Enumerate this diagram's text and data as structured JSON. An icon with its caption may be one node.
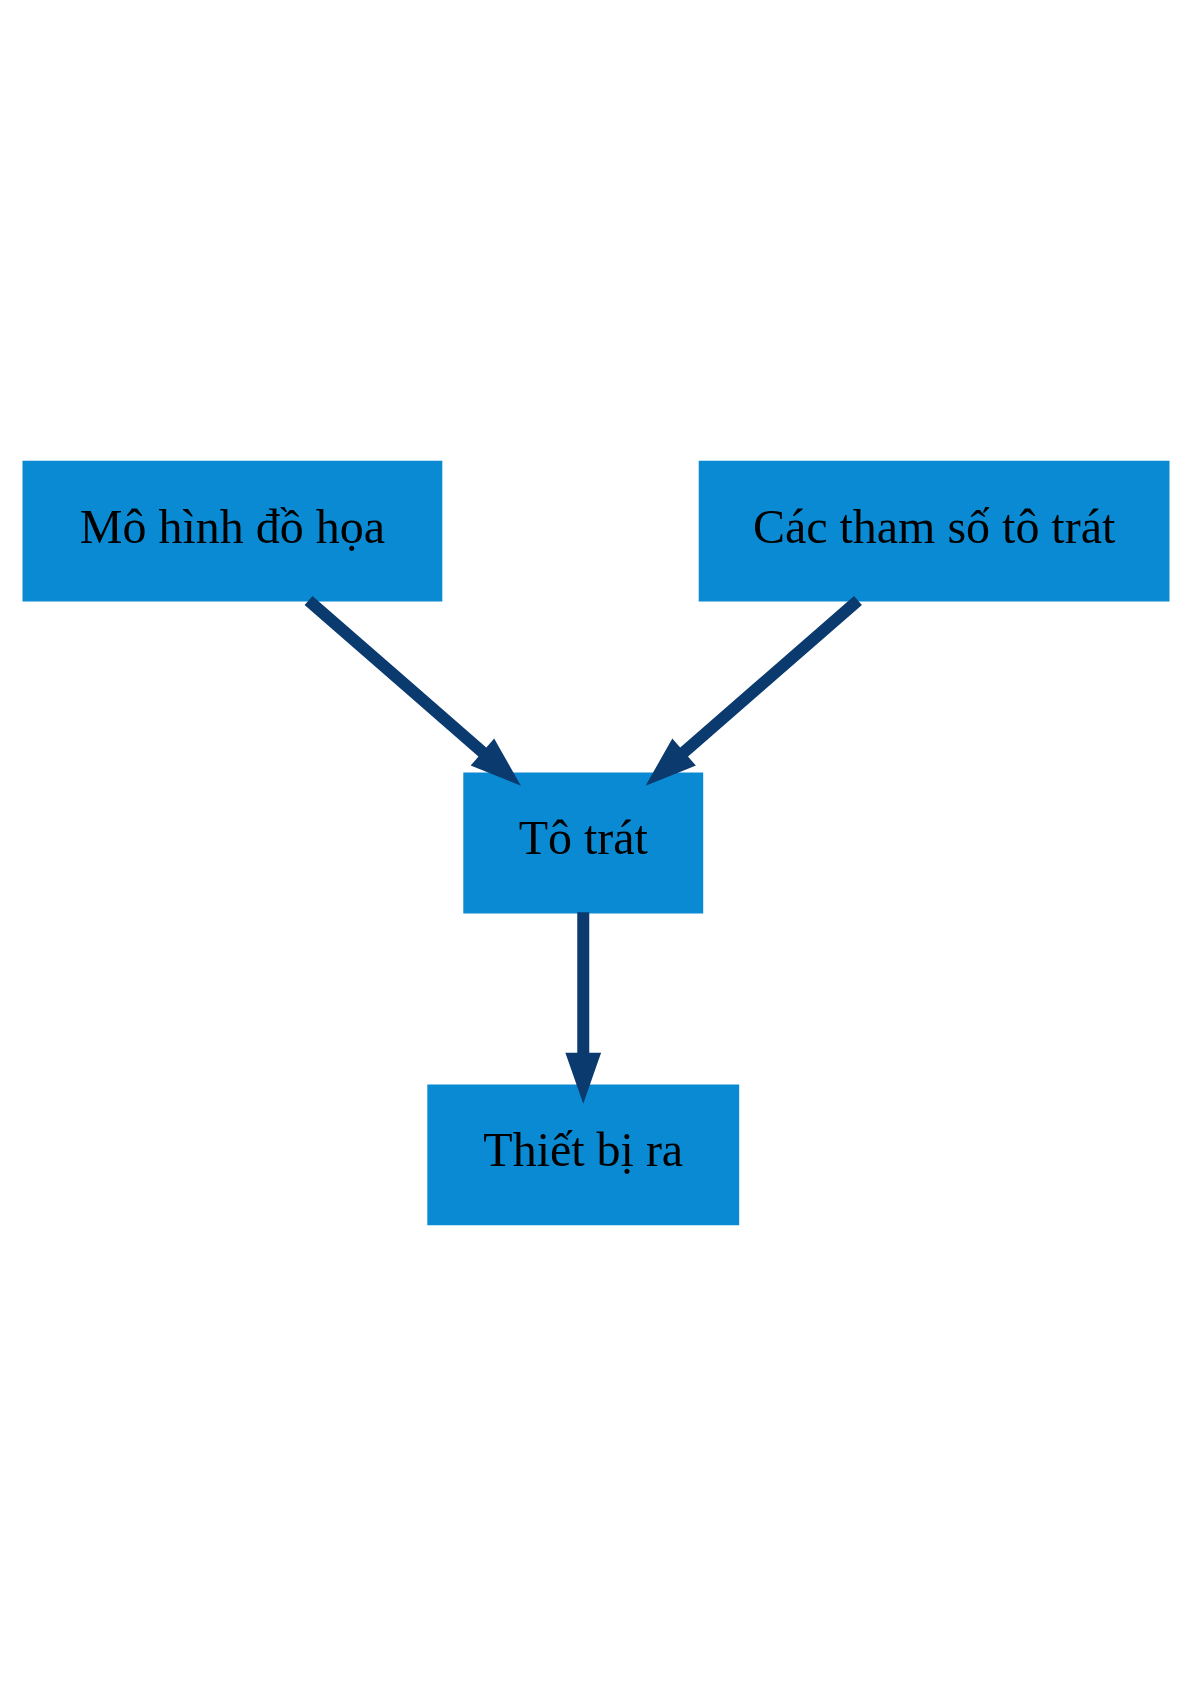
{
  "diagram": {
    "nodes": [
      {
        "text": [
          "Mô hình đồ họa"
        ]
      },
      {
        "text": [
          "Các tham số tô trát"
        ]
      },
      {
        "text": [
          "Tô trát"
        ]
      },
      {
        "text": [
          "Thiết bị ra"
        ]
      }
    ],
    "edges": [
      {
        "from": 0,
        "to": 2,
        "arrow": "to"
      },
      {
        "from": 1,
        "to": 2,
        "arrow": "to"
      },
      {
        "from": 2,
        "to": 3,
        "arrow": "to"
      }
    ]
  }
}
